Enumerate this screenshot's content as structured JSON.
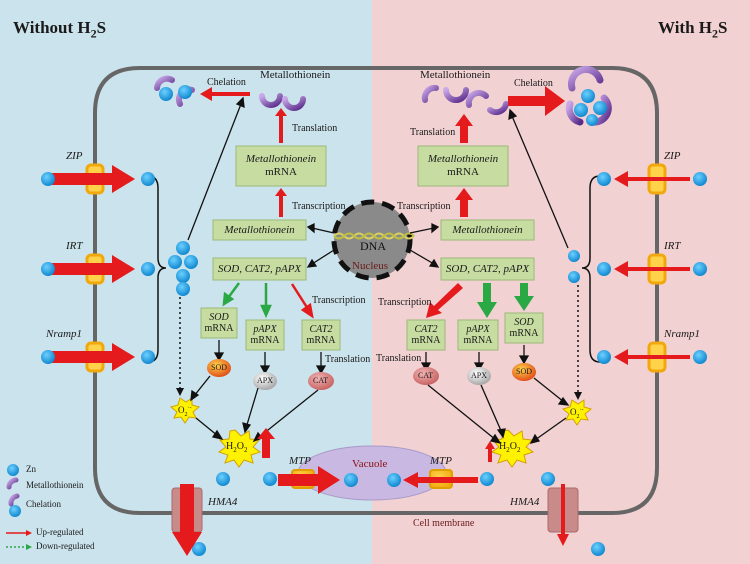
{
  "titles": {
    "left": "Without H",
    "right": "With H",
    "sub": "2",
    "s": "S"
  },
  "labels": {
    "metallothionein": "Metallothionein",
    "chelation": "Chelation",
    "translation": "Translation",
    "transcription": "Transcription",
    "zip": "ZIP",
    "irt": "IRT",
    "nramp1": "Nramp1",
    "mtp": "MTP",
    "hma4": "HMA4",
    "dna": "DNA",
    "nucleus": "Nucleus",
    "vacuole": "Vacuole",
    "cell_membrane": "Cell membrane",
    "o2": "O",
    "o2_sub": "2",
    "o2_sup": "·-",
    "h2o2_a": "H",
    "h2o2_sub1": "2",
    "h2o2_b": "O",
    "h2o2_sub2": "2",
    "sod_enzyme": "SOD",
    "apx_enzyme": "APX",
    "cat_enzyme": "CAT"
  },
  "boxes": {
    "mt_mrna_top": "Metallothionein",
    "mt_mrna_bottom": "mRNA",
    "mt_gene": "Metallothionein",
    "genes": "SOD, CAT2, pAPX",
    "sod_mrna_a": "SOD",
    "pAPX_mrna_a": "pAPX",
    "cat2_mrna_a": "CAT2",
    "mrna": "mRNA"
  },
  "legend": {
    "zn": "Zn",
    "metallothionein": "Metallothionein",
    "chelation": "Chelation",
    "up": "Up-regulated",
    "down": "Down-regulated"
  },
  "colors": {
    "left_bg": "#cbe3ec",
    "right_bg": "#f2d1d2",
    "zn": "#1fa1e6",
    "up": "#e41a1c",
    "down": "#2aa844",
    "box": "#c6dca1",
    "membrane": "#666666"
  }
}
